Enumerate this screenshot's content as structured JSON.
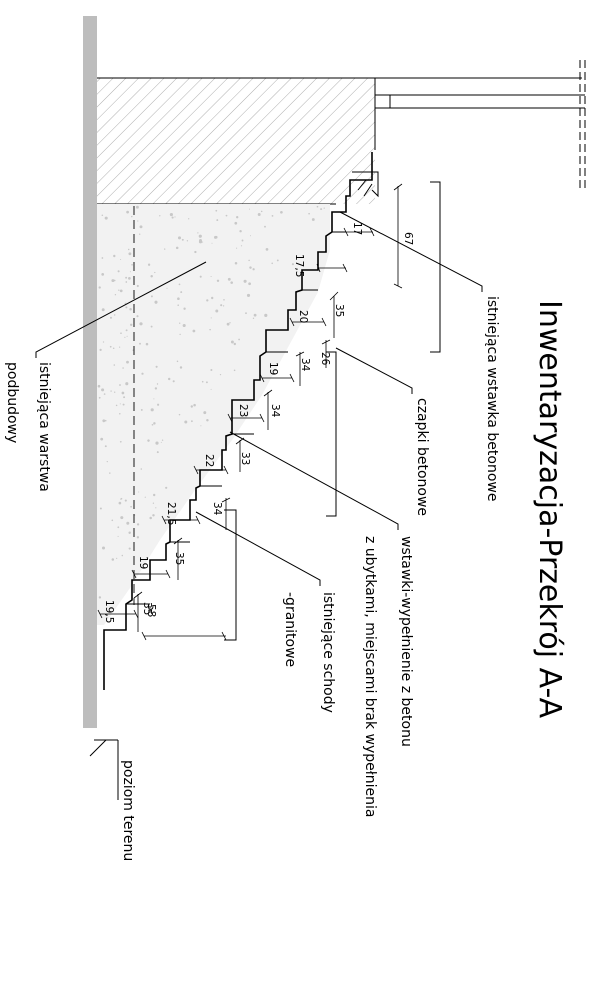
{
  "title": "Inwentaryzacja-Przekrój A-A",
  "labels": {
    "wstawka": "istniejąca wstawka betonowe",
    "czapki": "czapki betonowe",
    "wypelnienie_1": "wstawki-wypełnienie z betonu",
    "wypelnienie_2": "z ubytkami, miejscami brak wypełnienia",
    "schody_1": "istniejące schody",
    "schody_2": "-granitowe",
    "warstwa_1": "istniejąca warstwa",
    "warstwa_2": "podbudowy",
    "teren": "poziom terenu"
  },
  "dimensions": {
    "d67": "67",
    "d17": "17",
    "d17_5": "17,5",
    "d35a": "35",
    "d20": "20",
    "d26": "26",
    "d34a": "34",
    "d19a": "19",
    "d34b": "34",
    "d23": "23",
    "d33": "33",
    "d22": "22",
    "d34c": "34",
    "d21_5": "21,5",
    "d35b": "35",
    "d19b": "19",
    "d35c": "35",
    "d19_5": "19,5",
    "d58": "58"
  },
  "colors": {
    "line": "#000000",
    "wall": "#bdbdbd",
    "hatch": "#9a9a9a",
    "aggregate": "#c8c8c8"
  }
}
